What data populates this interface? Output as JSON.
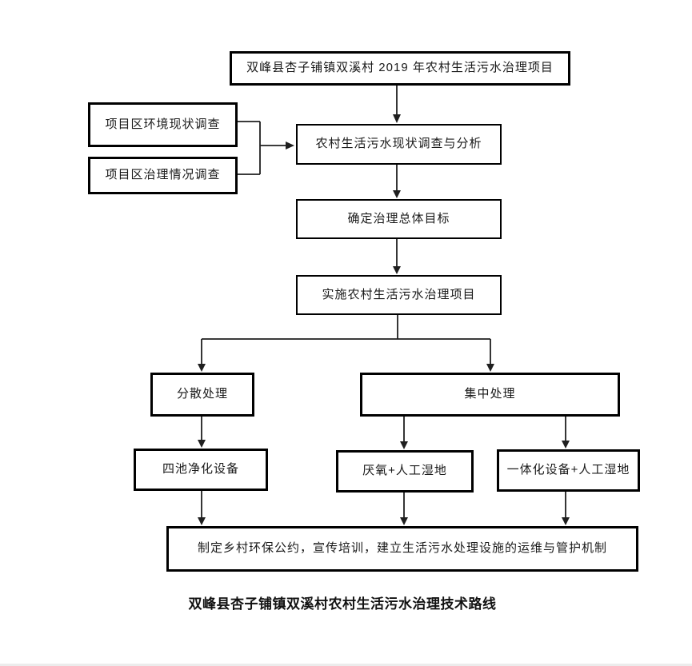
{
  "diagram": {
    "type": "flowchart",
    "nodes": {
      "project_title": {
        "label": "双峰县杏子铺镇双溪村 2019 年农村生活污水治理项目"
      },
      "env_survey": {
        "label": "项目区环境现状调查"
      },
      "treatment_survey": {
        "label": "项目区治理情况调查"
      },
      "status_analysis": {
        "label": "农村生活污水现状调查与分析"
      },
      "overall_goal": {
        "label": "确定治理总体目标"
      },
      "implement_project": {
        "label": "实施农村生活污水治理项目"
      },
      "dispersed": {
        "label": "分散处理"
      },
      "centralized": {
        "label": "集中处理"
      },
      "four_pond": {
        "label": "四池净化设备"
      },
      "anaerobic_wetland": {
        "label": "厌氧+人工湿地"
      },
      "integrated_wetland": {
        "label": "一体化设备+人工湿地"
      },
      "mechanism": {
        "label": "制定乡村环保公约，宣传培训，建立生活污水处理设施的运维与管护机制"
      }
    },
    "edges": [
      {
        "from": "project_title",
        "to": "status_analysis"
      },
      {
        "from": "env_survey",
        "to": "status_analysis"
      },
      {
        "from": "treatment_survey",
        "to": "status_analysis"
      },
      {
        "from": "status_analysis",
        "to": "overall_goal"
      },
      {
        "from": "overall_goal",
        "to": "implement_project"
      },
      {
        "from": "implement_project",
        "to": "dispersed"
      },
      {
        "from": "implement_project",
        "to": "centralized"
      },
      {
        "from": "dispersed",
        "to": "four_pond"
      },
      {
        "from": "centralized",
        "to": "anaerobic_wetland"
      },
      {
        "from": "centralized",
        "to": "integrated_wetland"
      },
      {
        "from": "four_pond",
        "to": "mechanism"
      },
      {
        "from": "anaerobic_wetland",
        "to": "mechanism"
      },
      {
        "from": "integrated_wetland",
        "to": "mechanism"
      }
    ],
    "caption": "双峰县杏子铺镇双溪村农村生活污水治理技术路线",
    "colors": {
      "line": "#1f1f1f",
      "box_border": "#000000",
      "background": "#ffffff",
      "text": "#1a1a1a"
    }
  }
}
